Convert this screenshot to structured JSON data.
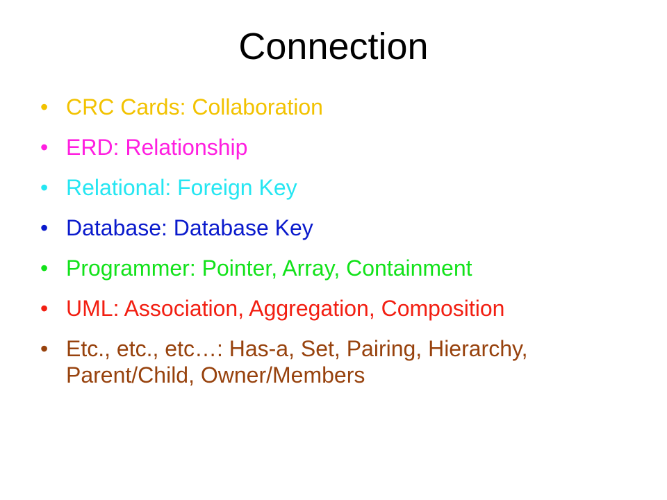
{
  "slide": {
    "title": "Connection",
    "bullet_glyph": "•",
    "items": [
      {
        "text": "CRC Cards: Collaboration",
        "color": "#f2c200"
      },
      {
        "text": "ERD: Relationship",
        "color": "#ff1fe0"
      },
      {
        "text": "Relational: Foreign Key",
        "color": "#25e6f2"
      },
      {
        "text": "Database: Database Key",
        "color": "#0a1acc"
      },
      {
        "text": "Programmer: Pointer, Array, Containment",
        "color": "#12e21a"
      },
      {
        "text": "UML: Association, Aggregation, Composition",
        "color": "#f21f12"
      },
      {
        "text": "Etc., etc., etc…: Has-a, Set, Pairing, Hierarchy, Parent/Child, Owner/Members",
        "color": "#97420d"
      }
    ]
  }
}
